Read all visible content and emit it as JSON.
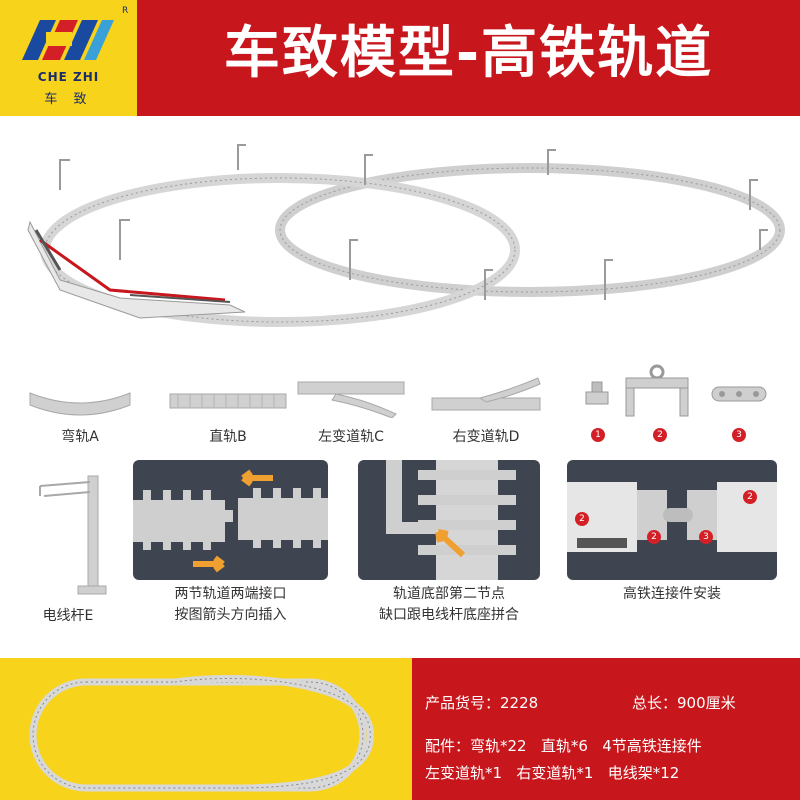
{
  "header": {
    "logo_en": "CHE ZHI",
    "logo_cn": "车 致",
    "logo_reg": "R",
    "title": "车致模型-高铁轨道"
  },
  "parts": {
    "curved_label": "弯轨A",
    "straight_label": "直轨B",
    "left_switch_label": "左变道轨C",
    "right_switch_label": "右变道轨D",
    "connectors": [
      {
        "badge": "1",
        "name": "base-piece"
      },
      {
        "badge": "2",
        "name": "bridge-clip"
      },
      {
        "badge": "3",
        "name": "link-bar"
      }
    ]
  },
  "pole": {
    "label": "电线杆E"
  },
  "panels": [
    {
      "caption_line1": "两节轨道两端接口",
      "caption_line2": "按图箭头方向插入"
    },
    {
      "caption_line1": "轨道底部第二节点",
      "caption_line2": "缺口跟电线杆底座拼合"
    },
    {
      "caption_line1": "高铁连接件安装",
      "caption_line2": "",
      "badges": [
        "2",
        "2",
        "2",
        "3"
      ]
    }
  ],
  "info": {
    "product_no": "产品货号：2228",
    "total_length": "总长：900厘米",
    "parts_line1": "配件：弯轨*22   直轨*6   4节高铁连接件",
    "parts_line2": "左变道轨*1   右变道轨*1   电线架*12"
  },
  "colors": {
    "header_yellow": "#f7d31c",
    "header_red": "#c8161d",
    "track_gray": "#c9c9c9",
    "panel_dark": "#3e4450",
    "arrow_orange": "#f0a030"
  }
}
